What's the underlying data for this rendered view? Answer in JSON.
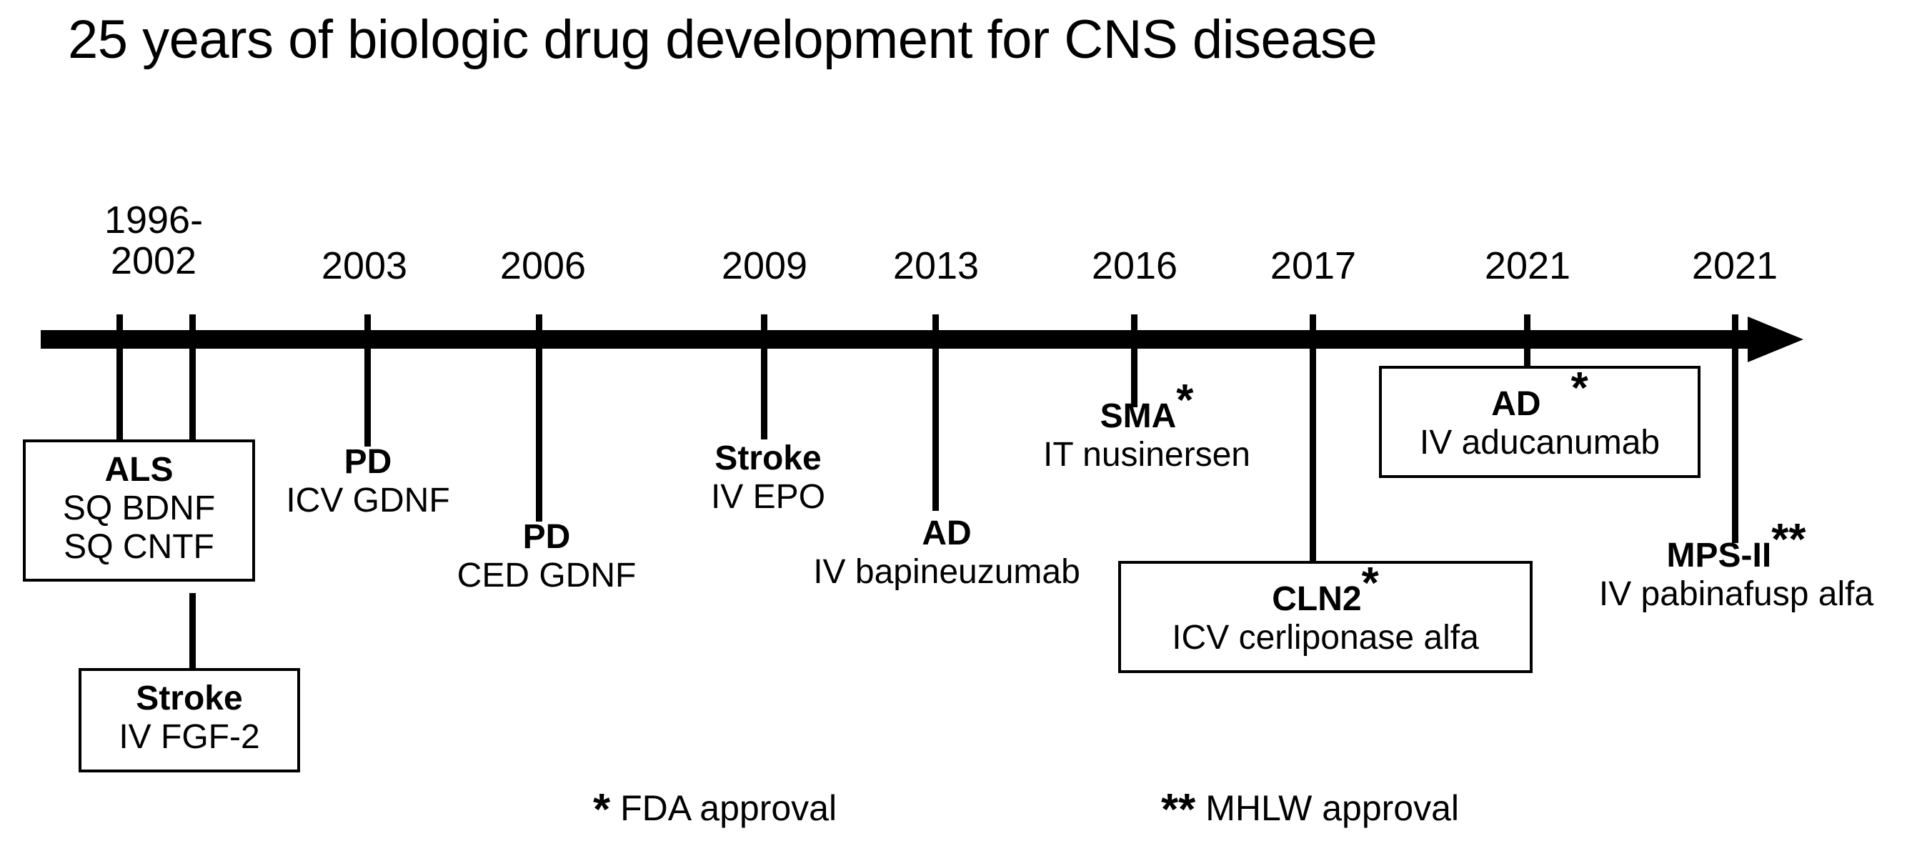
{
  "title": "25 years of biologic drug development for CNS disease",
  "timeline": {
    "axis_label": "timeline-axis",
    "years": [
      {
        "label": "1996-\n2002",
        "line1": "1996-",
        "line2": "2002"
      },
      {
        "label": "2003"
      },
      {
        "label": "2006"
      },
      {
        "label": "2009"
      },
      {
        "label": "2013"
      },
      {
        "label": "2016"
      },
      {
        "label": "2017"
      },
      {
        "label": "2021"
      },
      {
        "label": "2021"
      }
    ]
  },
  "events": [
    {
      "id": "als",
      "year": "1996-2002",
      "disease": "ALS",
      "treatments": [
        "SQ BDNF",
        "SQ CNTF"
      ],
      "boxed": true,
      "marker": ""
    },
    {
      "id": "stroke-fgf2",
      "year": "1996-2002",
      "disease": "Stroke",
      "treatments": [
        "IV FGF-2"
      ],
      "boxed": true,
      "marker": ""
    },
    {
      "id": "pd-icv-gdnf",
      "year": "2003",
      "disease": "PD",
      "treatments": [
        "ICV GDNF"
      ],
      "boxed": false,
      "marker": ""
    },
    {
      "id": "pd-ced-gdnf",
      "year": "2006",
      "disease": "PD",
      "treatments": [
        "CED GDNF"
      ],
      "boxed": false,
      "marker": ""
    },
    {
      "id": "stroke-epo",
      "year": "2009",
      "disease": "Stroke",
      "treatments": [
        "IV EPO"
      ],
      "boxed": false,
      "marker": ""
    },
    {
      "id": "ad-bapineuzumab",
      "year": "2013",
      "disease": "AD",
      "treatments": [
        "IV bapineuzumab"
      ],
      "boxed": false,
      "marker": ""
    },
    {
      "id": "sma-nusinersen",
      "year": "2016",
      "disease": "SMA",
      "treatments": [
        "IT nusinersen"
      ],
      "boxed": false,
      "marker": "*"
    },
    {
      "id": "cln2-cerliponase",
      "year": "2017",
      "disease": "CLN2",
      "treatments": [
        "ICV cerliponase alfa"
      ],
      "boxed": true,
      "marker": "*"
    },
    {
      "id": "ad-aducanumab",
      "year": "2021",
      "disease": "AD",
      "treatments": [
        "IV aducanumab"
      ],
      "boxed": true,
      "marker": "*"
    },
    {
      "id": "mps-ii-pabinafusp",
      "year": "2021",
      "disease": "MPS-II",
      "treatments": [
        "IV pabinafusp alfa"
      ],
      "boxed": false,
      "marker": "**"
    }
  ],
  "legend": [
    {
      "mark": "*",
      "text": "FDA approval"
    },
    {
      "mark": "**",
      "text": "MHLW approval"
    }
  ],
  "colors": {
    "ink": "#000000",
    "background": "#ffffff"
  }
}
